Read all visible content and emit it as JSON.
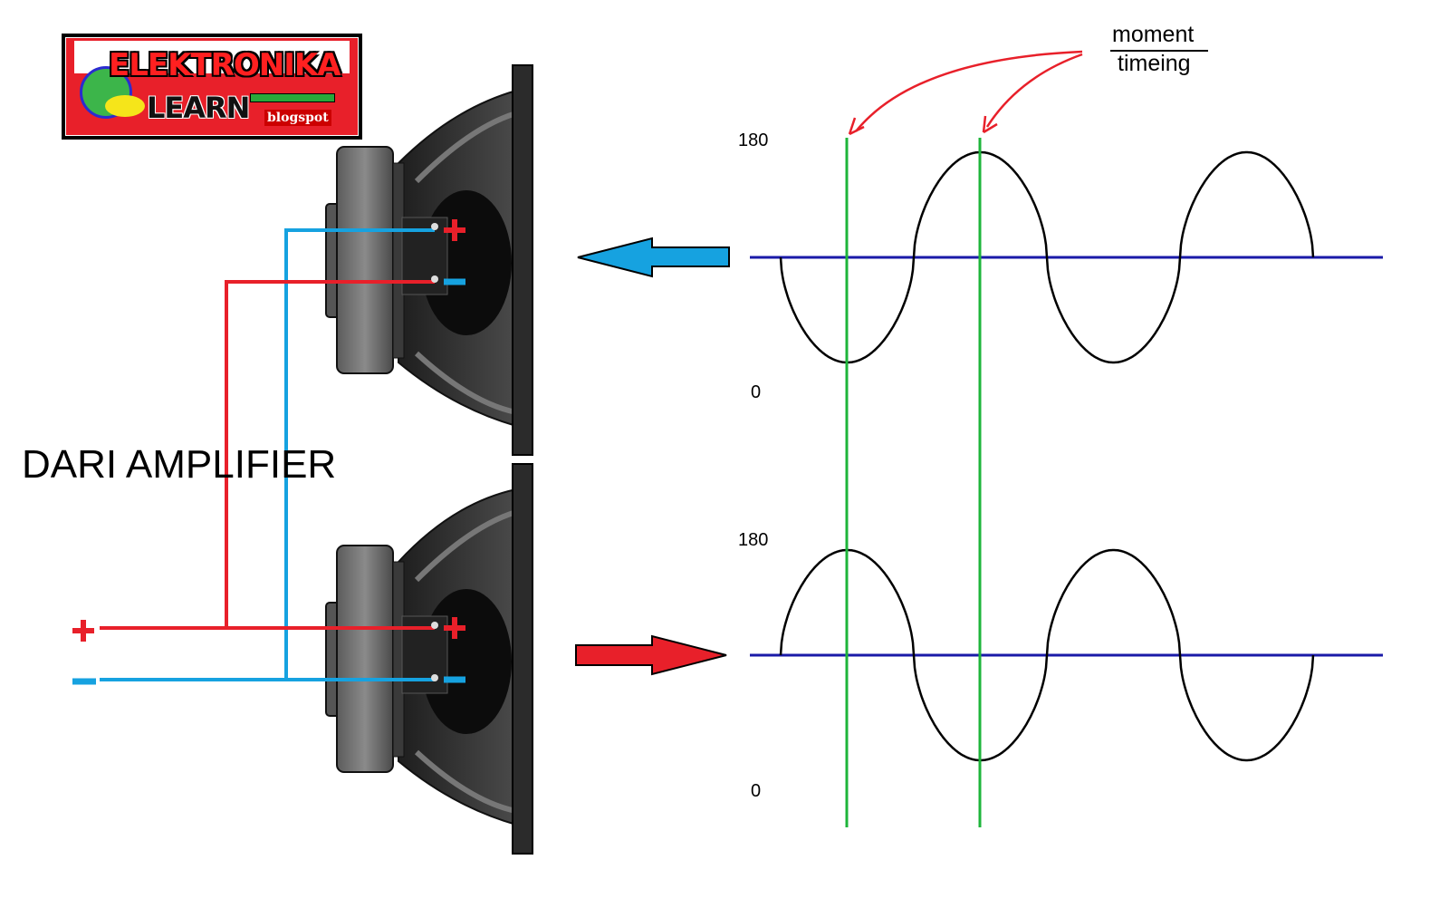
{
  "logo": {
    "line1": "ELEKTRONIKA",
    "line2": "LEARN",
    "line3": "blogspot"
  },
  "title": "DARI AMPLIFIER",
  "annotation": {
    "numerator": "moment",
    "denominator": "timeing"
  },
  "terminals": {
    "plus": "+",
    "minus": "−"
  },
  "plots": {
    "top": {
      "y_top_label": "180",
      "y_bottom_label": "0"
    },
    "bottom": {
      "y_top_label": "180",
      "y_bottom_label": "0"
    }
  },
  "colors": {
    "red_wire": "#e8202a",
    "blue_wire": "#16a2e0",
    "baseline": "#1a1aa8",
    "marker": "#1eb53a",
    "wave": "#000000",
    "speaker_dark": "#2e2e2e",
    "speaker_mid": "#6a6a6a"
  },
  "chart_data": [
    {
      "type": "line",
      "name": "speaker-top-signal",
      "xlabel": "",
      "ylabel": "",
      "y_ticks": [
        "180",
        "0"
      ],
      "phase": "inverted",
      "periods": 2,
      "description_points": [
        {
          "phase": 0,
          "level": 0
        },
        {
          "phase": 0.25,
          "level": -1
        },
        {
          "phase": 0.5,
          "level": 0
        },
        {
          "phase": 0.75,
          "level": 1
        },
        {
          "phase": 1.0,
          "level": 0
        },
        {
          "phase": 1.25,
          "level": -1
        },
        {
          "phase": 1.5,
          "level": 0
        },
        {
          "phase": 1.75,
          "level": 1
        },
        {
          "phase": 2.0,
          "level": 0
        }
      ]
    },
    {
      "type": "line",
      "name": "speaker-bottom-signal",
      "xlabel": "",
      "ylabel": "",
      "y_ticks": [
        "180",
        "0"
      ],
      "phase": "normal",
      "periods": 2,
      "description_points": [
        {
          "phase": 0,
          "level": 0
        },
        {
          "phase": 0.25,
          "level": 1
        },
        {
          "phase": 0.5,
          "level": 0
        },
        {
          "phase": 0.75,
          "level": -1
        },
        {
          "phase": 1.0,
          "level": 0
        },
        {
          "phase": 1.25,
          "level": 1
        },
        {
          "phase": 1.5,
          "level": 0
        },
        {
          "phase": 1.75,
          "level": -1
        },
        {
          "phase": 2.0,
          "level": 0
        }
      ]
    }
  ]
}
